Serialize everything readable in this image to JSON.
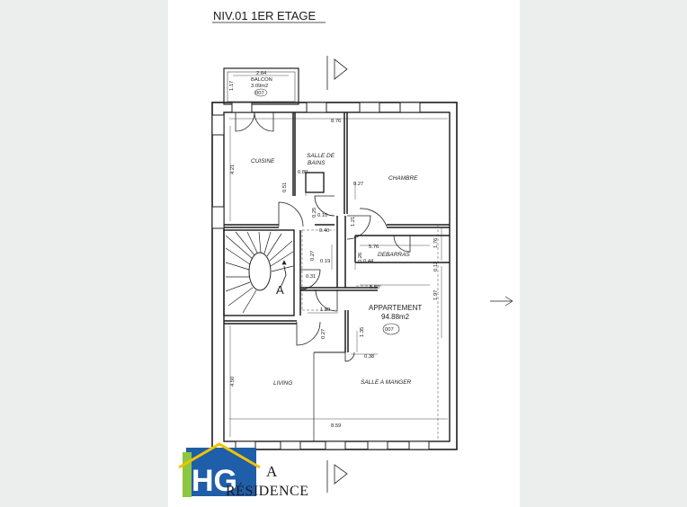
{
  "title": "NIV.01 1ER ETAGE",
  "balcony": {
    "width": "2.64",
    "name": "BALCON",
    "area": "3.09m2",
    "tag": "007",
    "depth": "1.17"
  },
  "rooms": {
    "cuisine": "CUISINE",
    "salle_de_bains_1": "SALLE DE",
    "salle_de_bains_2": "BAINS",
    "chambre": "CHAMBRE",
    "debarras": "DEBARRAS",
    "living": "LIVING",
    "salle_a_manger": "SALLE A MANGER",
    "stair": "A"
  },
  "apartment": {
    "label": "APPARTEMENT",
    "area": "94.88m2",
    "tag": "007"
  },
  "dimensions": {
    "top_width": "8.76",
    "bottom_width": "8.59",
    "kitchen_height": "4.21",
    "living_height": "4.50",
    "d_080": "0.80",
    "d_051": "0.51",
    "d_027a": "0.27",
    "d_025": "0.25",
    "d_010": "0.10",
    "d_040": "0.40",
    "d_121": "1.21",
    "d_576": "5.76",
    "d_176": "1.76",
    "d_027b": "0.27",
    "d_019": "0.19",
    "d_026": "0.26",
    "d_044": "0.44",
    "d_031": "0.31",
    "d_012": "0.12",
    "d_566": "5.66",
    "d_197": "1.97",
    "d_180": "1.80",
    "d_027c": "0.27",
    "d_135": "1.35",
    "d_038": "0.38"
  },
  "logo": {
    "initials": "HG",
    "line1": "A",
    "line2": "RÉSIDENCE",
    "colors": {
      "blue": "#1f5ea8",
      "green": "#8dc63f",
      "yellow": "#f2c200"
    }
  }
}
